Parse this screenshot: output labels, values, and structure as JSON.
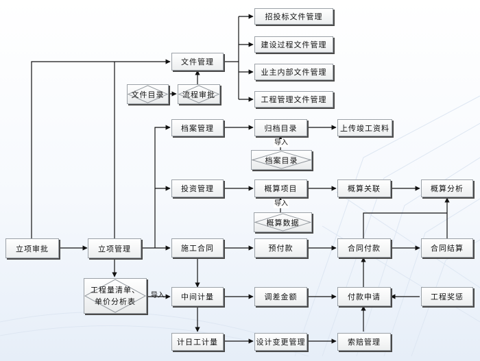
{
  "nodes": {
    "project_approval": "立项审批",
    "project_management": "立项管理",
    "file_management": "文件管理",
    "bidding_files": "招投标文件管理",
    "construction_files": "建设过程文件管理",
    "owner_internal_files": "业主内部文件管理",
    "engineering_files": "工程管理文件管理",
    "file_catalog": "文件目录",
    "process_approval": "流程审批",
    "archive_management": "档案管理",
    "archiving_catalog": "归档目录",
    "upload_completion": "上传竣工资料",
    "archive_catalog": "档案目录",
    "investment_management": "投资管理",
    "estimate_items": "概算项目",
    "estimate_link": "概算关联",
    "estimate_analysis": "概算分析",
    "estimate_data": "概算数据",
    "construction_contract": "施工合同",
    "advance_payment": "预付款",
    "contract_payment": "合同付款",
    "contract_settlement": "合同结算",
    "bill_line1": "工程量清单、",
    "bill_line2": "单价分析表",
    "interim_measurement": "中间计量",
    "adjustment_amount": "调差金额",
    "payment_application": "付款申请",
    "engineering_penalty": "工程奖惩",
    "daywork_measurement": "计日工计量",
    "design_change": "设计变更管理",
    "claim_management": "索赔管理"
  },
  "labels": {
    "import_archive": "导入",
    "import_estimate": "导入",
    "import_bill": "导入"
  }
}
